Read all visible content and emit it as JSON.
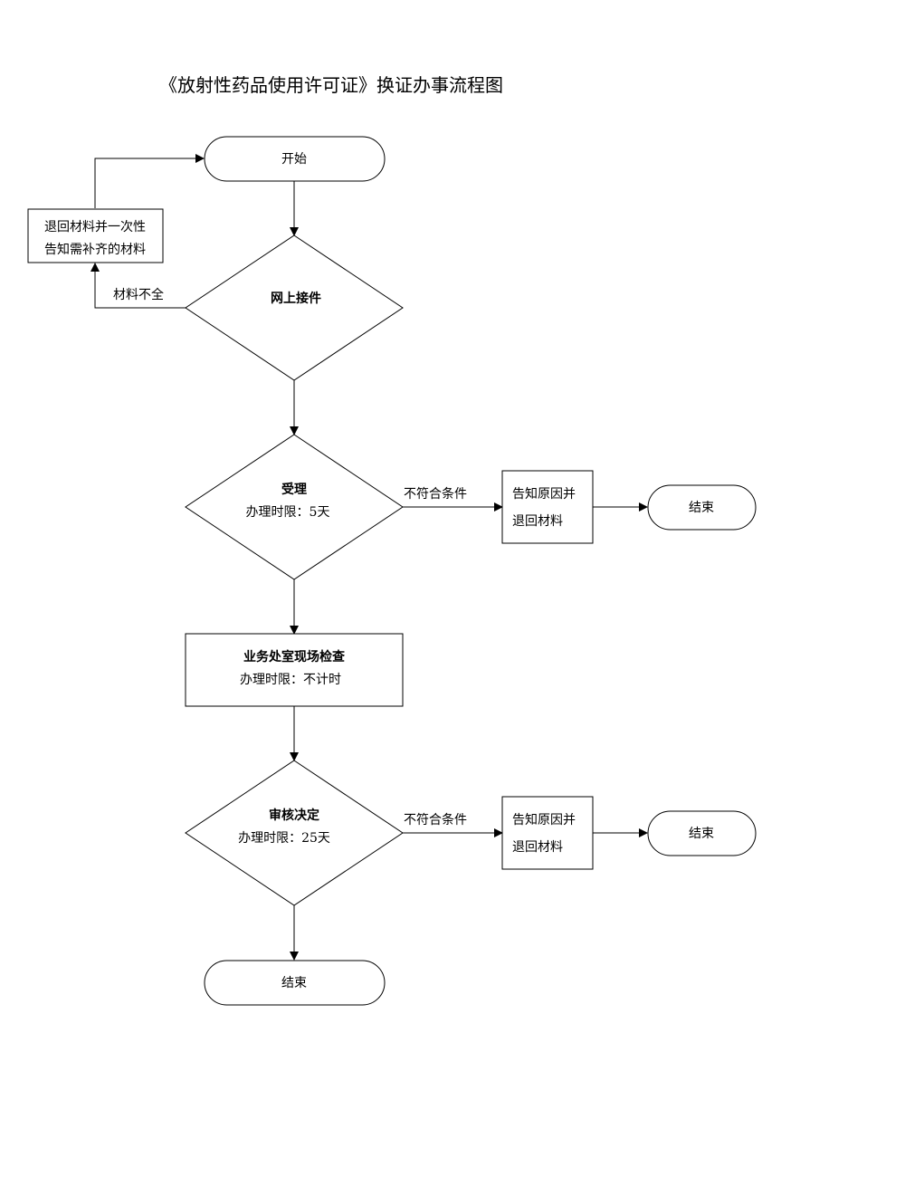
{
  "title": "《放射性药品使用许可证》换证办事流程图",
  "nodes": {
    "start": "开始",
    "return_box": {
      "line1": "退回材料并一次性",
      "line2": "告知需补齐的材料"
    },
    "online": "网上接件",
    "accept": {
      "title": "受理",
      "limit": "办理时限：5天"
    },
    "inspect": {
      "title": "业务处室现场检查",
      "limit": "办理时限：不计时"
    },
    "review": {
      "title": "审核决定",
      "limit": "办理时限：25天"
    },
    "notify1": {
      "line1": "告知原因并",
      "line2": "退回材料"
    },
    "notify2": {
      "line1": "告知原因并",
      "line2": "退回材料"
    },
    "end1": "结束",
    "end2": "结束",
    "end_final": "结束"
  },
  "edges": {
    "incomplete": "材料不全",
    "noncompliant1": "不符合条件",
    "noncompliant2": "不符合条件"
  }
}
